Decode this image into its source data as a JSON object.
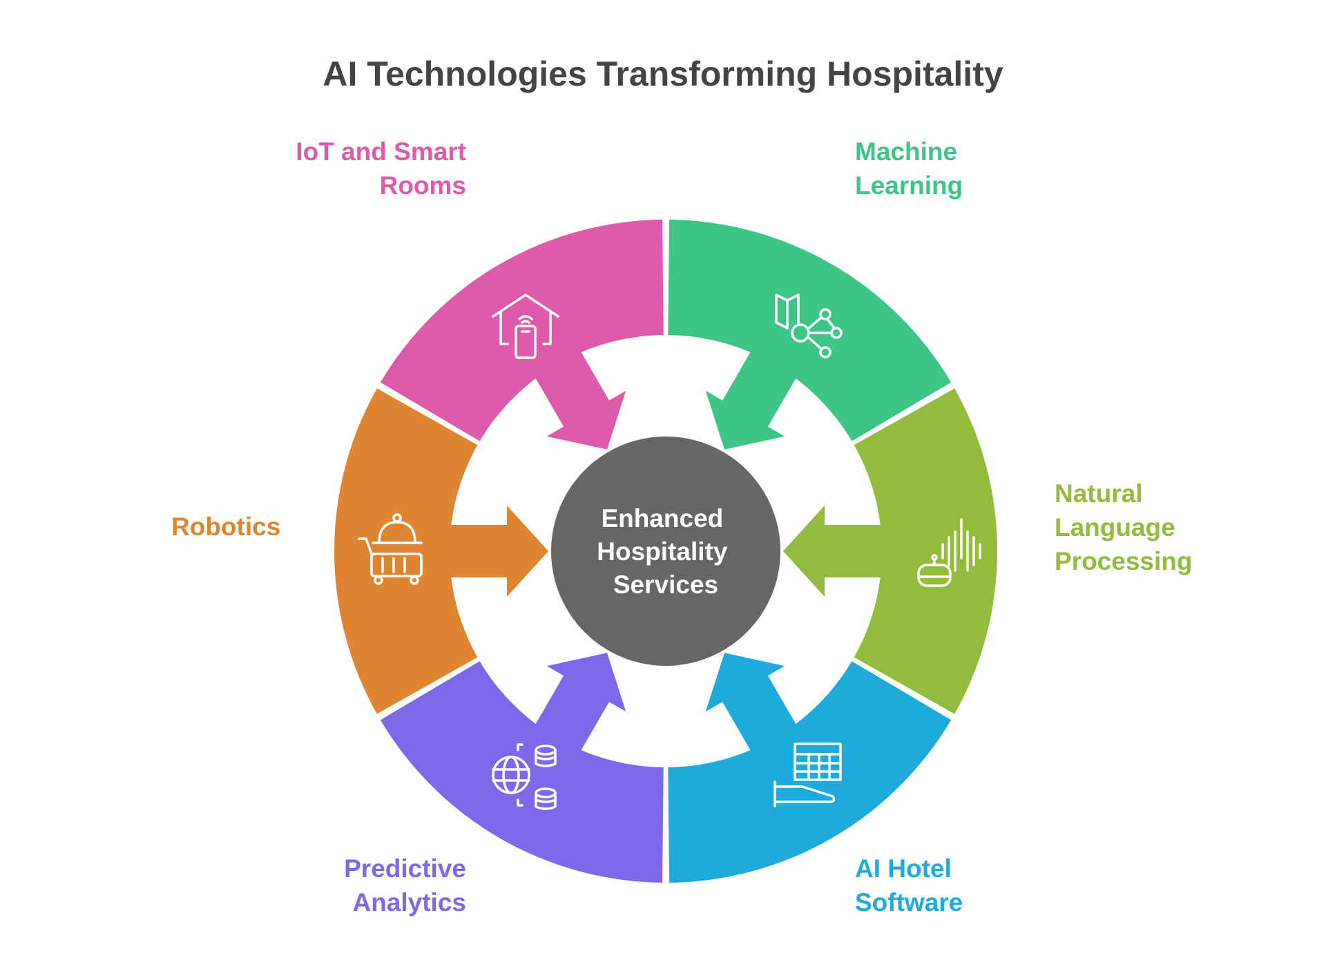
{
  "title": "AI Technologies Transforming Hospitality",
  "center": {
    "lines": [
      "Enhanced",
      "Hospitality",
      "Services"
    ],
    "color": "#666666"
  },
  "segments": [
    {
      "key": "iot",
      "label_lines": [
        "IoT and Smart",
        "Rooms"
      ],
      "color": "#DE5AAA",
      "icon": "smart-home-phone-icon"
    },
    {
      "key": "ml",
      "label_lines": [
        "Machine",
        "Learning"
      ],
      "color": "#3EC486",
      "icon": "book-network-icon"
    },
    {
      "key": "nlp",
      "label_lines": [
        "Natural",
        "Language",
        "Processing"
      ],
      "color": "#93BB3D",
      "icon": "robot-soundwave-icon"
    },
    {
      "key": "hotel",
      "label_lines": [
        "AI Hotel",
        "Software"
      ],
      "color": "#1EAADB",
      "icon": "hand-spreadsheet-icon"
    },
    {
      "key": "predictive",
      "label_lines": [
        "Predictive",
        "Analytics"
      ],
      "color": "#7E67E9",
      "icon": "globe-database-icon"
    },
    {
      "key": "robotics",
      "label_lines": [
        "Robotics"
      ],
      "color": "#DF8531",
      "icon": "serving-cart-icon"
    }
  ]
}
